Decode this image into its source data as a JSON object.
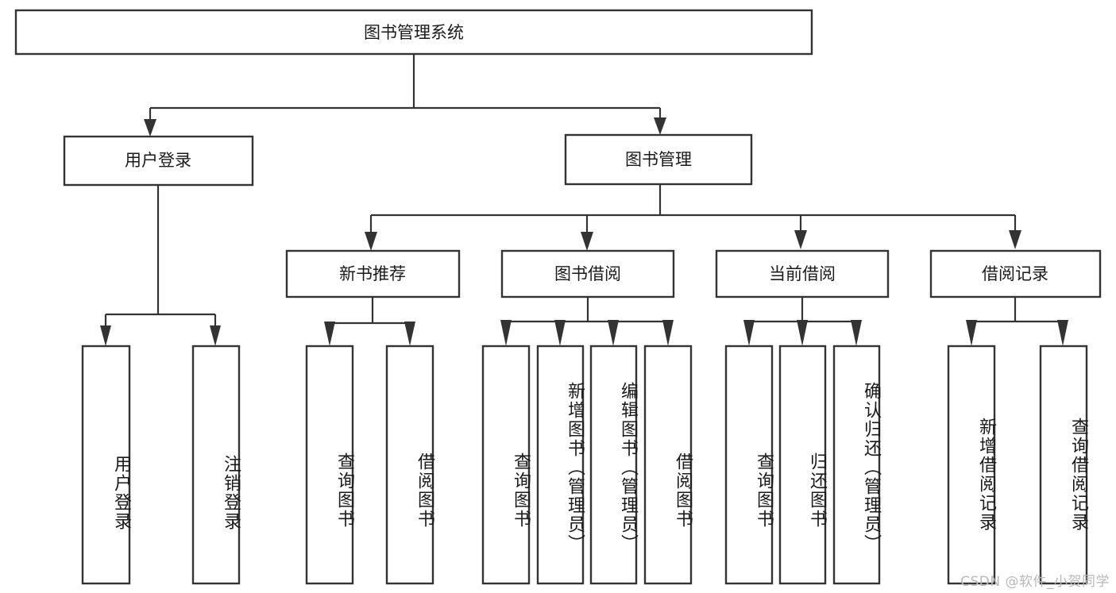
{
  "diagram": {
    "type": "tree-hierarchy-flowchart",
    "title": "图书管理系统",
    "watermark": "CSDN @软件_小贺同学",
    "colors": {
      "box_stroke": "#333333",
      "box_fill": "#ffffff",
      "text": "#1a1a1a",
      "background": "#ffffff",
      "watermark": "#b9b9b9"
    },
    "levels": {
      "root": {
        "label": "图书管理系统"
      },
      "level2": [
        {
          "id": "user-login",
          "label": "用户登录"
        },
        {
          "id": "book-manage",
          "label": "图书管理"
        }
      ],
      "level3": [
        {
          "id": "new-book-recommend",
          "label": "新书推荐",
          "parent": "book-manage"
        },
        {
          "id": "book-borrow",
          "label": "图书借阅",
          "parent": "book-manage"
        },
        {
          "id": "current-borrow",
          "label": "当前借阅",
          "parent": "book-manage"
        },
        {
          "id": "borrow-record",
          "label": "借阅记录",
          "parent": "book-manage"
        }
      ],
      "leaves": [
        {
          "id": "leaf-user-login",
          "label": "用户登录",
          "parent": "user-login"
        },
        {
          "id": "leaf-user-logout",
          "label": "注销登录",
          "parent": "user-login"
        },
        {
          "id": "leaf-query-book-1",
          "label": "查询图书",
          "parent": "new-book-recommend"
        },
        {
          "id": "leaf-borrow-book-1",
          "label": "借阅图书",
          "parent": "new-book-recommend"
        },
        {
          "id": "leaf-query-book-2",
          "label": "查询图书",
          "parent": "book-borrow"
        },
        {
          "id": "leaf-add-book",
          "label": "新增图书（管理员）",
          "parent": "book-borrow"
        },
        {
          "id": "leaf-edit-book",
          "label": "编辑图书（管理员）",
          "parent": "book-borrow"
        },
        {
          "id": "leaf-borrow-book-2",
          "label": "借阅图书",
          "parent": "book-borrow"
        },
        {
          "id": "leaf-query-book-3",
          "label": "查询图书",
          "parent": "current-borrow"
        },
        {
          "id": "leaf-return-book",
          "label": "归还图书",
          "parent": "current-borrow"
        },
        {
          "id": "leaf-confirm-return",
          "label": "确认归还（管理员）",
          "parent": "current-borrow"
        },
        {
          "id": "leaf-add-record",
          "label": "新增借阅记录",
          "parent": "borrow-record"
        },
        {
          "id": "leaf-query-record",
          "label": "查询借阅记录",
          "parent": "borrow-record"
        }
      ]
    }
  }
}
